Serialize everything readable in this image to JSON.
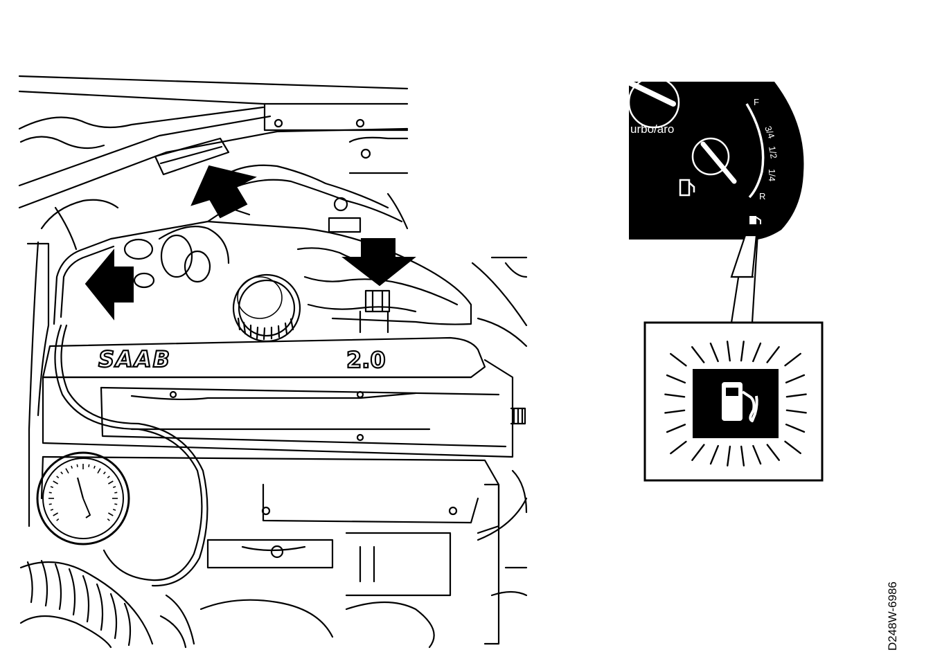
{
  "engine": {
    "cover_brand": "SAAB",
    "cover_displacement": "2.0"
  },
  "gauge": {
    "cluster_label": "urbo/aro",
    "scale_full": "F",
    "scale_three_quarter": "3/4",
    "scale_half": "1/2",
    "scale_quarter": "1/4",
    "scale_reserve": "R"
  },
  "figure_code": "D248W-6986"
}
